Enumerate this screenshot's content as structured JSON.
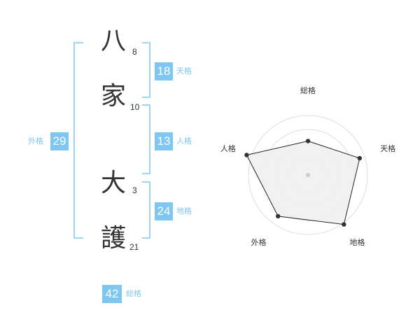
{
  "name": {
    "chars": [
      {
        "char": "八",
        "strokes": "8"
      },
      {
        "char": "家",
        "strokes": "10"
      },
      {
        "char": "大",
        "strokes": "3"
      },
      {
        "char": "護",
        "strokes": "21"
      }
    ]
  },
  "kakusu": {
    "tenkaku": {
      "value": "18",
      "label": "天格"
    },
    "jinkaku": {
      "value": "13",
      "label": "人格"
    },
    "chikaku": {
      "value": "24",
      "label": "地格"
    },
    "gaikaku": {
      "value": "29",
      "label": "外格"
    },
    "soukaku": {
      "value": "42",
      "label": "総格"
    }
  },
  "colors": {
    "accent": "#7ec7f2",
    "text": "#333333",
    "radar_fill": "#f0f0f0",
    "radar_ring": "#dddddd"
  },
  "chart_data": {
    "type": "radar",
    "axes": [
      "総格",
      "天格",
      "地格",
      "外格",
      "人格"
    ],
    "values": [
      0.5,
      0.8,
      0.9,
      0.75,
      0.95
    ],
    "max": 1.0,
    "rings": 4
  }
}
